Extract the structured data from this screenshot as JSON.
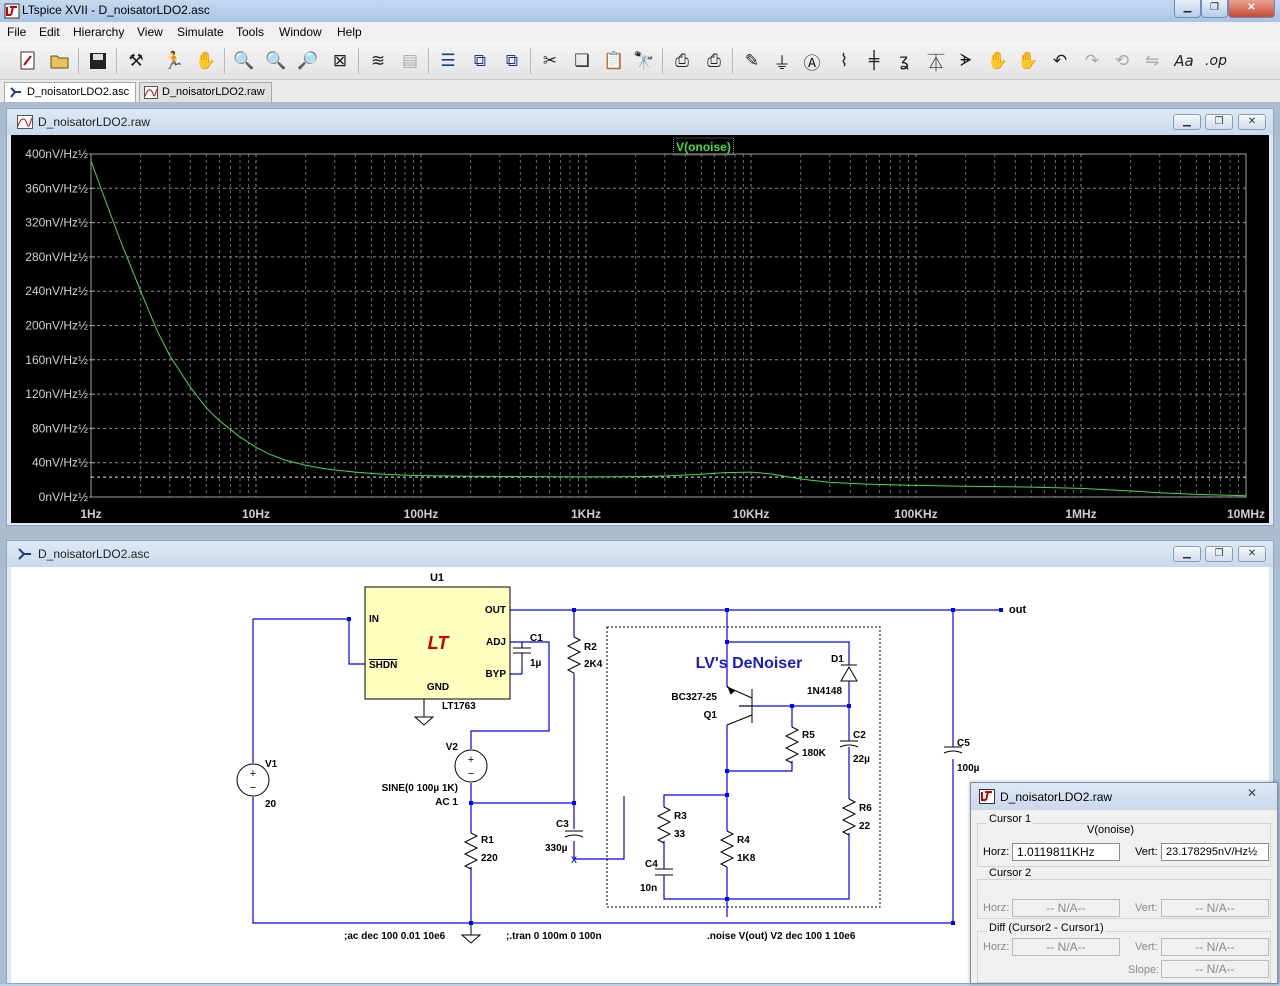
{
  "app": {
    "title": "LTspice XVII - D_noisatorLDO2.asc"
  },
  "menu": [
    "File",
    "Edit",
    "Hierarchy",
    "View",
    "Simulate",
    "Tools",
    "Window",
    "Help"
  ],
  "toolbar": {
    "icons": [
      "new-schematic-icon",
      "open-icon",
      "save-icon",
      "control-panel-icon",
      "run-icon",
      "halt-icon",
      "zoom-in-icon",
      "pan-icon",
      "zoom-out-icon",
      "zoom-fit-icon",
      "autorange-icon",
      "fft-icon",
      "tile-horizontal-icon",
      "tile-vertical-icon",
      "cascade-icon",
      "cut-icon",
      "copy-icon",
      "paste-icon",
      "find-icon",
      "print-preview-icon",
      "print-icon",
      "draw-wire-icon",
      "ground-icon",
      "label-net-icon",
      "resistor-icon",
      "capacitor-icon",
      "inductor-icon",
      "diode-icon",
      "component-icon",
      "move-icon",
      "drag-icon",
      "undo-icon",
      "redo-icon",
      "rotate-icon",
      "mirror-icon",
      "text-icon",
      "spice-directive-icon"
    ]
  },
  "tabs": [
    {
      "label": "D_noisatorLDO2.asc",
      "icon": "schematic-tab-icon"
    },
    {
      "label": "D_noisatorLDO2.raw",
      "icon": "waveform-tab-icon"
    }
  ],
  "plot_window": {
    "title": "D_noisatorLDO2.raw"
  },
  "schematic_window": {
    "title": "D_noisatorLDO2.asc"
  },
  "chart_data": {
    "type": "line",
    "trace_label": "V(onoise)",
    "x_scale": "log",
    "xlim": [
      1,
      10000000
    ],
    "x_ticks": [
      "1Hz",
      "10Hz",
      "100Hz",
      "1KHz",
      "10KHz",
      "100KHz",
      "1MHz",
      "10MHz"
    ],
    "ylim": [
      0,
      400
    ],
    "y_ticks": [
      "400nV/Hz½",
      "360nV/Hz½",
      "320nV/Hz½",
      "280nV/Hz½",
      "240nV/Hz½",
      "200nV/Hz½",
      "160nV/Hz½",
      "120nV/Hz½",
      "80nV/Hz½",
      "40nV/Hz½",
      "0nV/Hz½"
    ],
    "grid": true,
    "cursor_level": 23.18,
    "series": [
      {
        "name": "V(onoise)",
        "color": "#3fe03f",
        "x": [
          1,
          1.2,
          1.5,
          2,
          2.5,
          3,
          4,
          5,
          6,
          8,
          10,
          12,
          15,
          20,
          25,
          30,
          40,
          50,
          60,
          80,
          100,
          150,
          200,
          300,
          500,
          1000,
          2000,
          3000,
          5000,
          7000,
          10000,
          13000,
          20000,
          30000,
          50000,
          100000,
          200000,
          500000,
          1000000,
          2000000,
          3000000,
          5000000,
          10000000
        ],
        "y": [
          392,
          350,
          300,
          240,
          195,
          165,
          128,
          104,
          89,
          70,
          58,
          50,
          43,
          37,
          33.5,
          31.5,
          29,
          27.5,
          26.5,
          25.5,
          25,
          24.5,
          24.3,
          24,
          23.8,
          23.4,
          23.8,
          24.5,
          26.5,
          28.5,
          29,
          27,
          21,
          17,
          15,
          13.5,
          12.5,
          11.5,
          10,
          7,
          5,
          3,
          1.5
        ]
      }
    ]
  },
  "schematic": {
    "u1_name": "U1",
    "u1_part": "LT1763",
    "u1_logo": "LT",
    "pins": {
      "in": "IN",
      "shdn": "SHDN",
      "gnd": "GND",
      "out": "OUT",
      "adj": "ADJ",
      "byp": "BYP"
    },
    "out_label": "out",
    "box_title": "LV's DeNoiser",
    "parts": [
      {
        "ref": "V1",
        "val": "20"
      },
      {
        "ref": "V2",
        "val": "SINE(0 100µ 1K)"
      },
      {
        "ref": "",
        "val": "AC 1"
      },
      {
        "ref": "R1",
        "val": "220"
      },
      {
        "ref": "C1",
        "val": "1µ"
      },
      {
        "ref": "R2",
        "val": "2K4"
      },
      {
        "ref": "C3",
        "val": "330µ"
      },
      {
        "ref": "Q1",
        "val": "BC327-25"
      },
      {
        "ref": "R3",
        "val": "33"
      },
      {
        "ref": "C4",
        "val": "10n"
      },
      {
        "ref": "R4",
        "val": "1K8"
      },
      {
        "ref": "R5",
        "val": "180K"
      },
      {
        "ref": "D1",
        "val": "1N4148"
      },
      {
        "ref": "C2",
        "val": "22µ"
      },
      {
        "ref": "R6",
        "val": "22"
      },
      {
        "ref": "C5",
        "val": "100µ"
      }
    ],
    "directives": [
      ";ac dec 100 0.01 10e6",
      ";.tran 0 100m 0 100n",
      ".noise V(out) V2 dec 100 1 10e6"
    ]
  },
  "cursor_dialog": {
    "title": "D_noisatorLDO2.raw",
    "cursor1_label": "Cursor 1",
    "trace": "V(onoise)",
    "horz_label": "Horz:",
    "horz_value": "1.0119811KHz",
    "vert_label": "Vert:",
    "vert_value": "23.178295nV/Hz½",
    "cursor2_label": "Cursor 2",
    "cursor2_horz": "-- N/A--",
    "cursor2_vert": "-- N/A--",
    "diff_label": "Diff (Cursor2 - Cursor1)",
    "diff_horz": "-- N/A--",
    "diff_vert": "-- N/A--",
    "slope_label": "Slope:",
    "slope_value": "-- N/A--"
  }
}
